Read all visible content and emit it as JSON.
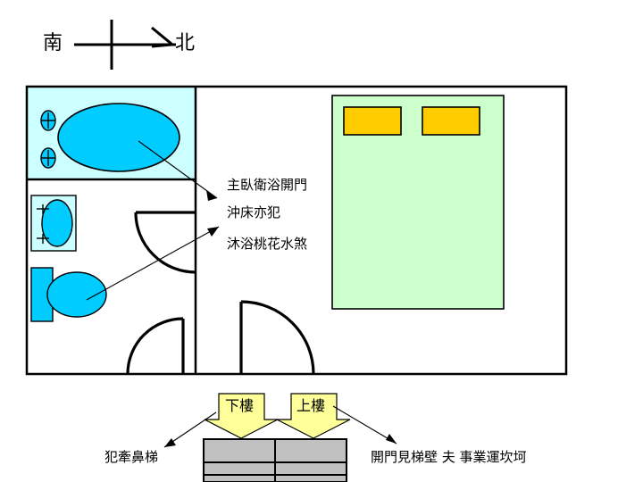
{
  "diagram": {
    "title_text_present": false,
    "compass": {
      "south_label": "南",
      "north_label": "北",
      "arrow_direction": "right"
    },
    "annotations": {
      "bathroom_note_lines": [
        "主臥衛浴開門",
        "沖床亦犯",
        "沐浴桃花水煞"
      ],
      "stairs_down_label": "下樓",
      "stairs_up_label": "上樓",
      "bottom_left_note": "犯牽鼻梯",
      "bottom_right_note": "開門見梯壁 夫 事業運坎坷"
    },
    "rooms": {
      "bathroom_name": "bathroom",
      "bedroom_name": "master-bedroom"
    },
    "fixtures": {
      "bathtub": "bathtub",
      "bathtub_faucet_upper": "faucet-upper",
      "bathtub_faucet_lower": "faucet-lower",
      "washbasin": "washbasin",
      "toilet_tank": "toilet-tank",
      "toilet_bowl": "toilet-bowl",
      "bed": "bed",
      "pillow_left": "pillow-left",
      "pillow_right": "pillow-right",
      "staircase": "staircase"
    },
    "doors": [
      "bathroom-inner-door",
      "bathroom-outer-door",
      "bedroom-entry-door"
    ],
    "colors": {
      "wall": "#000000",
      "bathtub_fill": "#00ccff",
      "bathroom_floor": "#ccffff",
      "bed_fill": "#ccffcc",
      "pillow_fill": "#ffcc00",
      "stair_fill": "#c0c0c0",
      "arrow_fill": "#ffff99",
      "background": "#ffffff"
    }
  }
}
